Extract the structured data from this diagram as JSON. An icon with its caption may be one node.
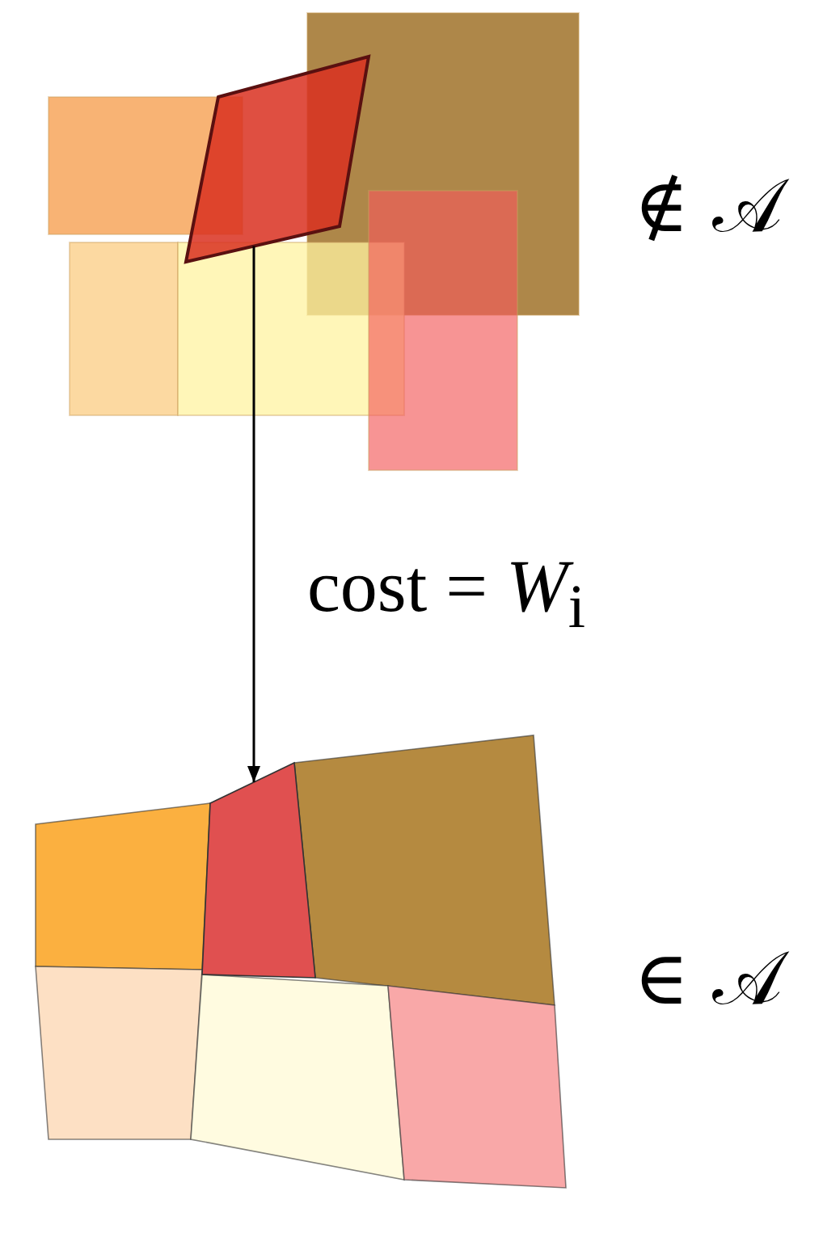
{
  "diagram": {
    "nodes": [
      {
        "text": [],
        "shape": "parallelogram"
      },
      {
        "text": [],
        "shape": "quadrilateral"
      }
    ],
    "edges": [
      {
        "from": 0,
        "to": 1,
        "arrow": "to",
        "label": "cost = *W*$_{i}$"
      }
    ],
    "labels": [
      "∉ 𝒜",
      "∈ 𝒜"
    ]
  }
}
